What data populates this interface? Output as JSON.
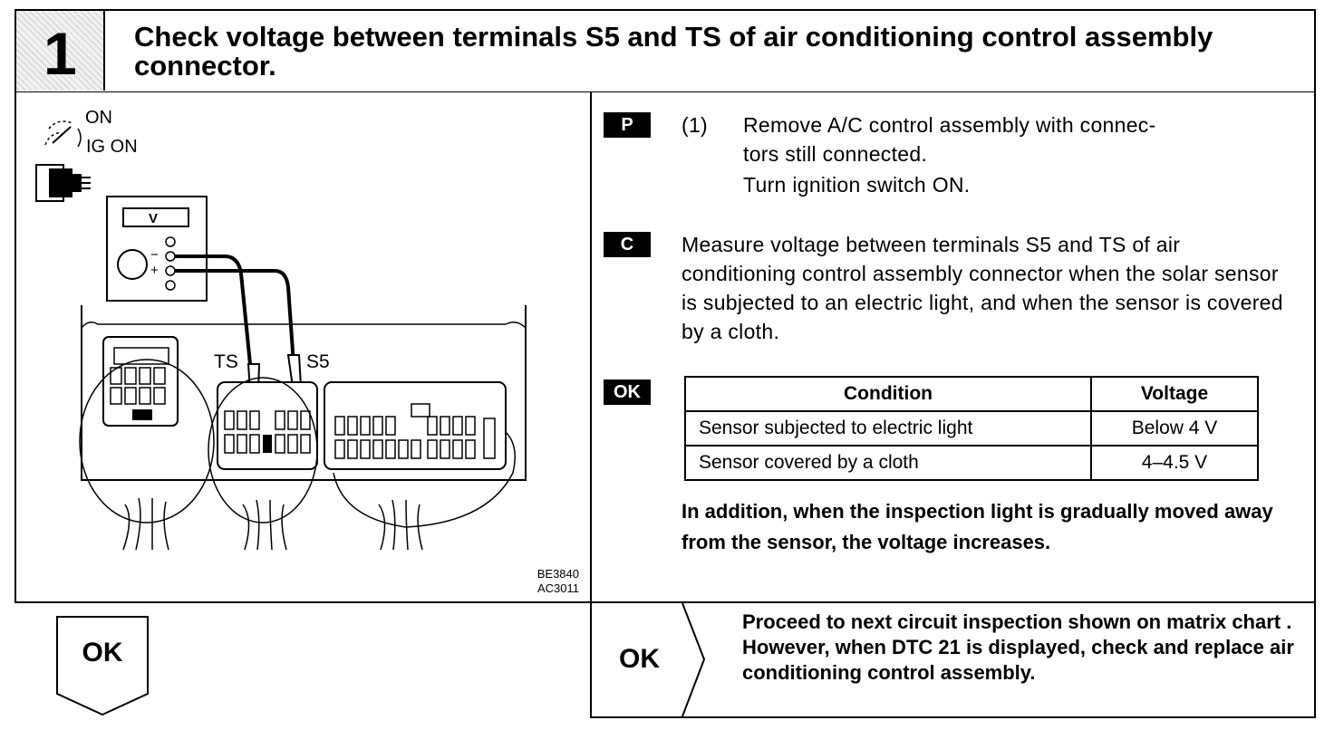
{
  "header": {
    "step_number": "1",
    "title": "Check voltage between terminals S5 and TS of air conditioning control assembly connector."
  },
  "illustration": {
    "ignition_on": "ON",
    "ignition_ig_on": "IG ON",
    "meter_label": "V",
    "meter_minus": "−",
    "meter_plus": "+",
    "terminal_ts": "TS",
    "terminal_s5": "S5",
    "figure_code_1": "BE3840",
    "figure_code_2": "AC3011"
  },
  "procedure": {
    "p_label": "P",
    "p_step_num": "(1)",
    "p_line1": "Remove A/C control assembly with connec-",
    "p_line2": "tors still connected.",
    "p_line3": "Turn ignition switch ON.",
    "c_label": "C",
    "c_text": "Measure voltage between terminals S5 and TS of air conditioning control assembly connector when the solar sensor is subjected to an electric light, and when the sensor is covered by a cloth.",
    "ok_label": "OK"
  },
  "table": {
    "headers": [
      "Condition",
      "Voltage"
    ],
    "rows": [
      [
        "Sensor subjected to electric light",
        "Below 4 V"
      ],
      [
        "Sensor covered by a cloth",
        "4–4.5 V"
      ]
    ]
  },
  "note": "In addition, when the inspection light is gradually moved away from the sensor, the voltage increases.",
  "results": {
    "ok_left": "OK",
    "ok_right": "OK",
    "ok_right_text": "Proceed to next circuit inspection shown on matrix chart . However, when DTC 21 is displayed, check and replace air conditioning control assembly."
  }
}
